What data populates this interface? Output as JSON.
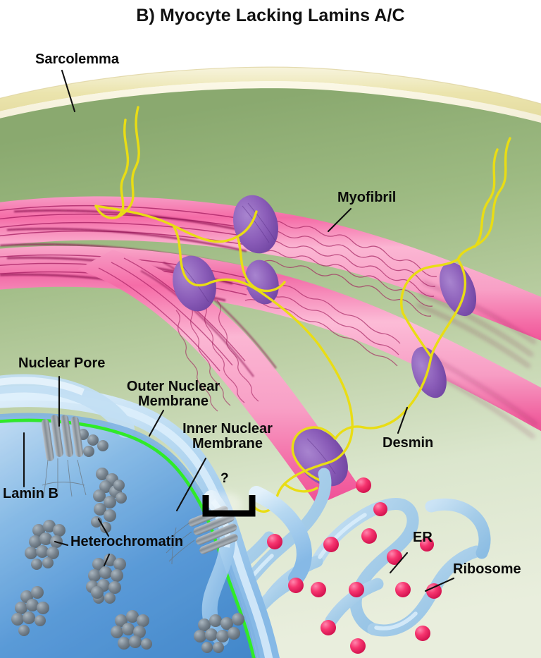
{
  "figure": {
    "title": "B) Myocyte Lacking Lamins A/C",
    "question_marker": "?"
  },
  "labels": {
    "sarcolemma": "Sarcolemma",
    "myofibril": "Myofibril",
    "desmin": "Desmin",
    "nuclear_pore": "Nuclear Pore",
    "outer_nuclear_membrane": "Outer Nuclear\nMembrane",
    "inner_nuclear_membrane": "Inner Nuclear\nMembrane",
    "lamin_b": "Lamin B",
    "heterochromatin": "Heterochromatin",
    "er": "ER",
    "ribosome": "Ribosome"
  },
  "colors": {
    "background": "#ffffff",
    "title_text": "#111111",
    "label_text": "#0a0a0a",
    "leader_line": "#111111",
    "sarcolemma_outer": "#e7e0b0",
    "sarcolemma_inner": "#f6f2d4",
    "cytoplasm_top": "#8fae74",
    "cytoplasm_mid": "#b9cda2",
    "cytoplasm_bottom": "#e4ecd9",
    "myofibril_pink": "#f municipal",
    "myofibril_light": "#f9a9c8",
    "myofibril_mid": "#f472a8",
    "myofibril_dark": "#a31b5e",
    "zdisc_purple": "#8a5fb5",
    "zdisc_purple_dark": "#6f3f9e",
    "desmin_yellow": "#e8dc16",
    "nucleoplasm_dark": "#4a8fd4",
    "nucleoplasm_light": "#bcdcf4",
    "nuclear_membrane": "#a9cdee",
    "nuclear_membrane_edge": "#7fb4e4",
    "lamin_b_green": "#33ee22",
    "pore_gray": "#8e9499",
    "heterochromatin_gray": "#737f8a",
    "er_blue": "#a9cfea",
    "ribosome_pink": "#f2316b"
  }
}
